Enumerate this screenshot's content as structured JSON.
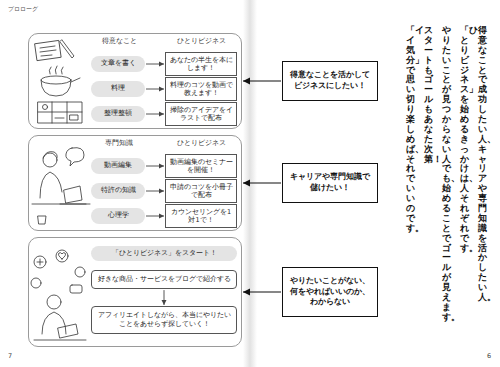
{
  "diagram": {
    "nodes": [
      {
        "text": [
          "得意なこと",
          "ひとりビジネス"
        ]
      },
      {
        "text": [
          "文章を書く"
        ],
        "in": 0
      },
      {
        "text": [
          "あなたの半生を本にします！"
        ],
        "in": 0
      },
      {
        "text": [
          "料理"
        ],
        "in": 0
      },
      {
        "text": [
          "料理のコツを動画で教えます！"
        ],
        "in": 0
      },
      {
        "text": [
          "整理整頓"
        ],
        "in": 0
      },
      {
        "text": [
          "掃除のアイデアをイラストで配布"
        ],
        "in": 0
      },
      {
        "text": [
          "専門知識",
          "ひとりビジネス"
        ]
      },
      {
        "text": [
          "動画編集"
        ],
        "in": 7
      },
      {
        "text": [
          "動画編集のセミナーを開催！"
        ],
        "in": 7
      },
      {
        "text": [
          "特許の知識"
        ],
        "in": 7
      },
      {
        "text": [
          "申請のコツを小冊子で配布"
        ],
        "in": 7
      },
      {
        "text": [
          "心理学"
        ],
        "in": 7
      },
      {
        "text": [
          "カウンセリングを1対1で！"
        ],
        "in": 7
      },
      {
        "text": [
          "「ひとりビジネス」をスタート！"
        ]
      },
      {
        "text": [
          "好きな商品・サービスをブログで紹介する"
        ],
        "in": 14
      },
      {
        "text": [
          "アフィリエイトしながら、本当にやりたいことをあせらず探していく！"
        ],
        "in": 14
      },
      {
        "text": [
          "得意なことを活かしてビジネスにしたい！"
        ]
      },
      {
        "text": [
          "キャリアや専門知識で儲けたい！"
        ]
      },
      {
        "text": [
          "やりたいことがない、何をやればいいのか、わからない"
        ]
      }
    ],
    "edges": [
      {
        "from": 1,
        "to": 2,
        "arrow": "to"
      },
      {
        "from": 3,
        "to": 4,
        "arrow": "to"
      },
      {
        "from": 5,
        "to": 6,
        "arrow": "to"
      },
      {
        "from": 8,
        "to": 9,
        "arrow": "to"
      },
      {
        "from": 10,
        "to": 11,
        "arrow": "to"
      },
      {
        "from": 12,
        "to": 13,
        "arrow": "to"
      },
      {
        "from": 15,
        "to": 16,
        "arrow": "to"
      },
      {
        "from": 17,
        "to": 0,
        "arrow": "to"
      },
      {
        "from": 18,
        "to": 7,
        "arrow": "to"
      },
      {
        "from": 19,
        "to": 14,
        "arrow": "to"
      }
    ],
    "labels": [
      "プロローグ",
      "7",
      "6",
      "得意なことで成功したい人、キャリアや専門知識を活かしたい人。",
      "「ひとりビジネス」を始めるきっかけは、人それぞれです。",
      "やりたいことが見つからない人でも、始めることでゴールが見えます。",
      "スタートもゴールもあなた次第！",
      "「イイ気分」で思い切り楽しめば、それでいいのです。"
    ]
  }
}
